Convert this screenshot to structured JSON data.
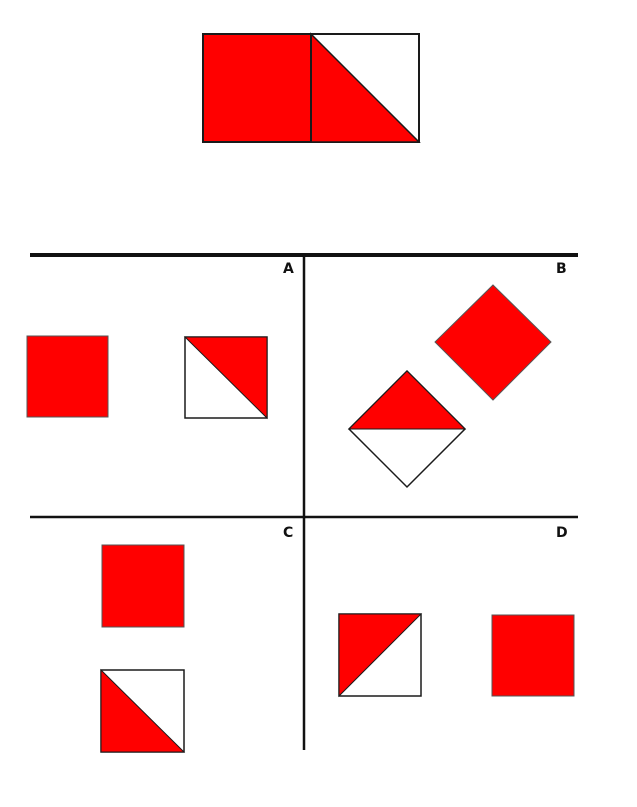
{
  "colors": {
    "fill_red": "#ff0000",
    "stroke": "#1a1a1a",
    "background": "#ffffff"
  },
  "options": [
    {
      "label": "A"
    },
    {
      "label": "B"
    },
    {
      "label": "C"
    },
    {
      "label": "D"
    }
  ]
}
